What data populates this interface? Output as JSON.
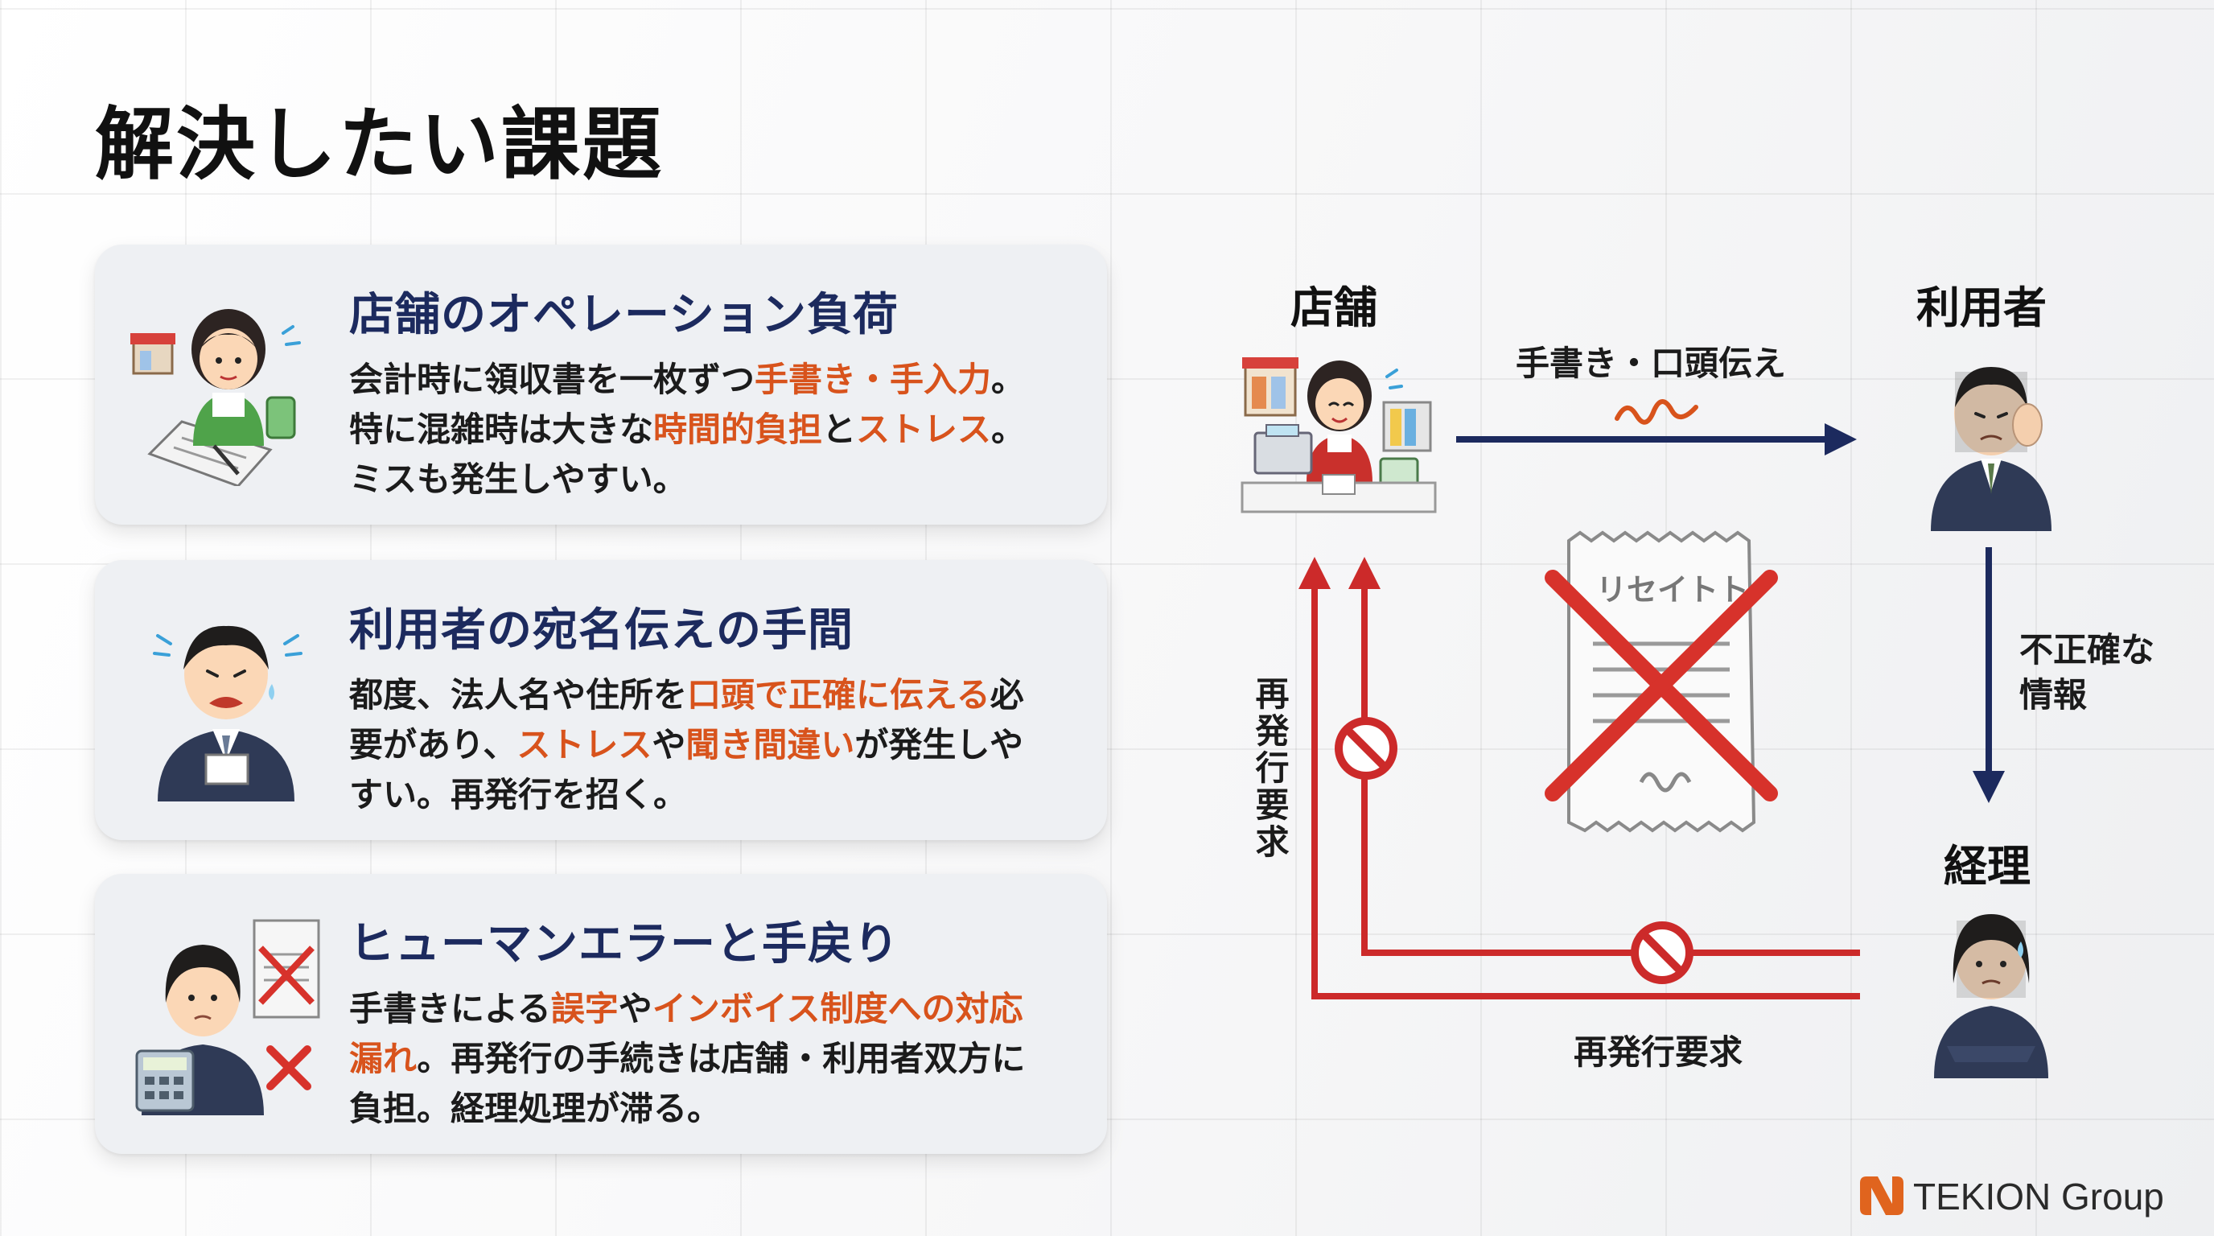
{
  "page": {
    "title": "解決したい課題"
  },
  "cards": [
    {
      "title": "店舗のオペレーション負荷",
      "lines": [
        [
          {
            "t": "会計時に領収書を一枚ずつ",
            "h": false
          },
          {
            "t": "手書き・手入力",
            "h": true
          },
          {
            "t": "。",
            "h": false
          }
        ],
        [
          {
            "t": "特に混雑時は大きな",
            "h": false
          },
          {
            "t": "時間的負担",
            "h": true
          },
          {
            "t": "と",
            "h": false
          },
          {
            "t": "ストレス",
            "h": true
          },
          {
            "t": "。",
            "h": false
          }
        ],
        [
          {
            "t": "ミスも発生しやすい。",
            "h": false
          }
        ]
      ]
    },
    {
      "title": "利用者の宛名伝えの手間",
      "lines": [
        [
          {
            "t": "都度、法人名や住所を",
            "h": false
          },
          {
            "t": "口頭で正確に伝える",
            "h": true
          },
          {
            "t": "必",
            "h": false
          }
        ],
        [
          {
            "t": "要があり、",
            "h": false
          },
          {
            "t": "ストレス",
            "h": true
          },
          {
            "t": "や",
            "h": false
          },
          {
            "t": "聞き間違い",
            "h": true
          },
          {
            "t": "が発生しや",
            "h": false
          }
        ],
        [
          {
            "t": "すい。再発行を招く。",
            "h": false
          }
        ]
      ]
    },
    {
      "title": "ヒューマンエラーと手戻り",
      "lines": [
        [
          {
            "t": "手書きによる",
            "h": false
          },
          {
            "t": "誤字",
            "h": true
          },
          {
            "t": "や",
            "h": false
          },
          {
            "t": "インボイス制度への対応",
            "h": true
          }
        ],
        [
          {
            "t": "漏れ",
            "h": true
          },
          {
            "t": "。再発行の手続きは店舗・利用者双方に",
            "h": false
          }
        ],
        [
          {
            "t": "負担。経理処理が滞る。",
            "h": false
          }
        ]
      ]
    }
  ],
  "diagram": {
    "store_label": "店舗",
    "user_label": "利用者",
    "accounting_label": "経理",
    "arrow_store_user_label": "手書き・口頭伝え",
    "arrow_user_accounting_label": "不正確な\n情報",
    "reissue_vertical_label": "再発行要求",
    "reissue_bottom_label": "再発行要求",
    "receipt_text": "リセイトト",
    "colors": {
      "navy": "#1c2a5e",
      "red": "#cc2a2a",
      "orange": "#d8531c"
    }
  },
  "logo": {
    "text": "TEKION Group"
  }
}
